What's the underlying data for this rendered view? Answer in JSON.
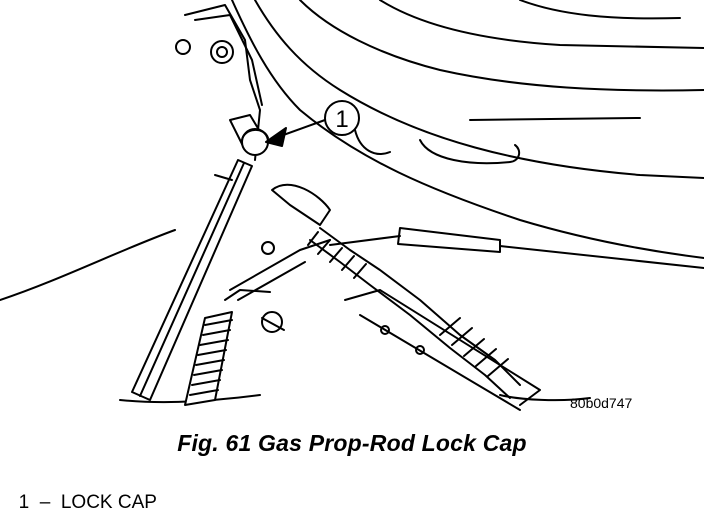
{
  "figure": {
    "callouts": [
      {
        "number": "1"
      }
    ],
    "code": "80b0d747"
  },
  "caption": "Fig. 61 Gas Prop-Rod Lock Cap",
  "legend": [
    {
      "number": "1",
      "dash": "–",
      "text": "LOCK CAP"
    }
  ]
}
